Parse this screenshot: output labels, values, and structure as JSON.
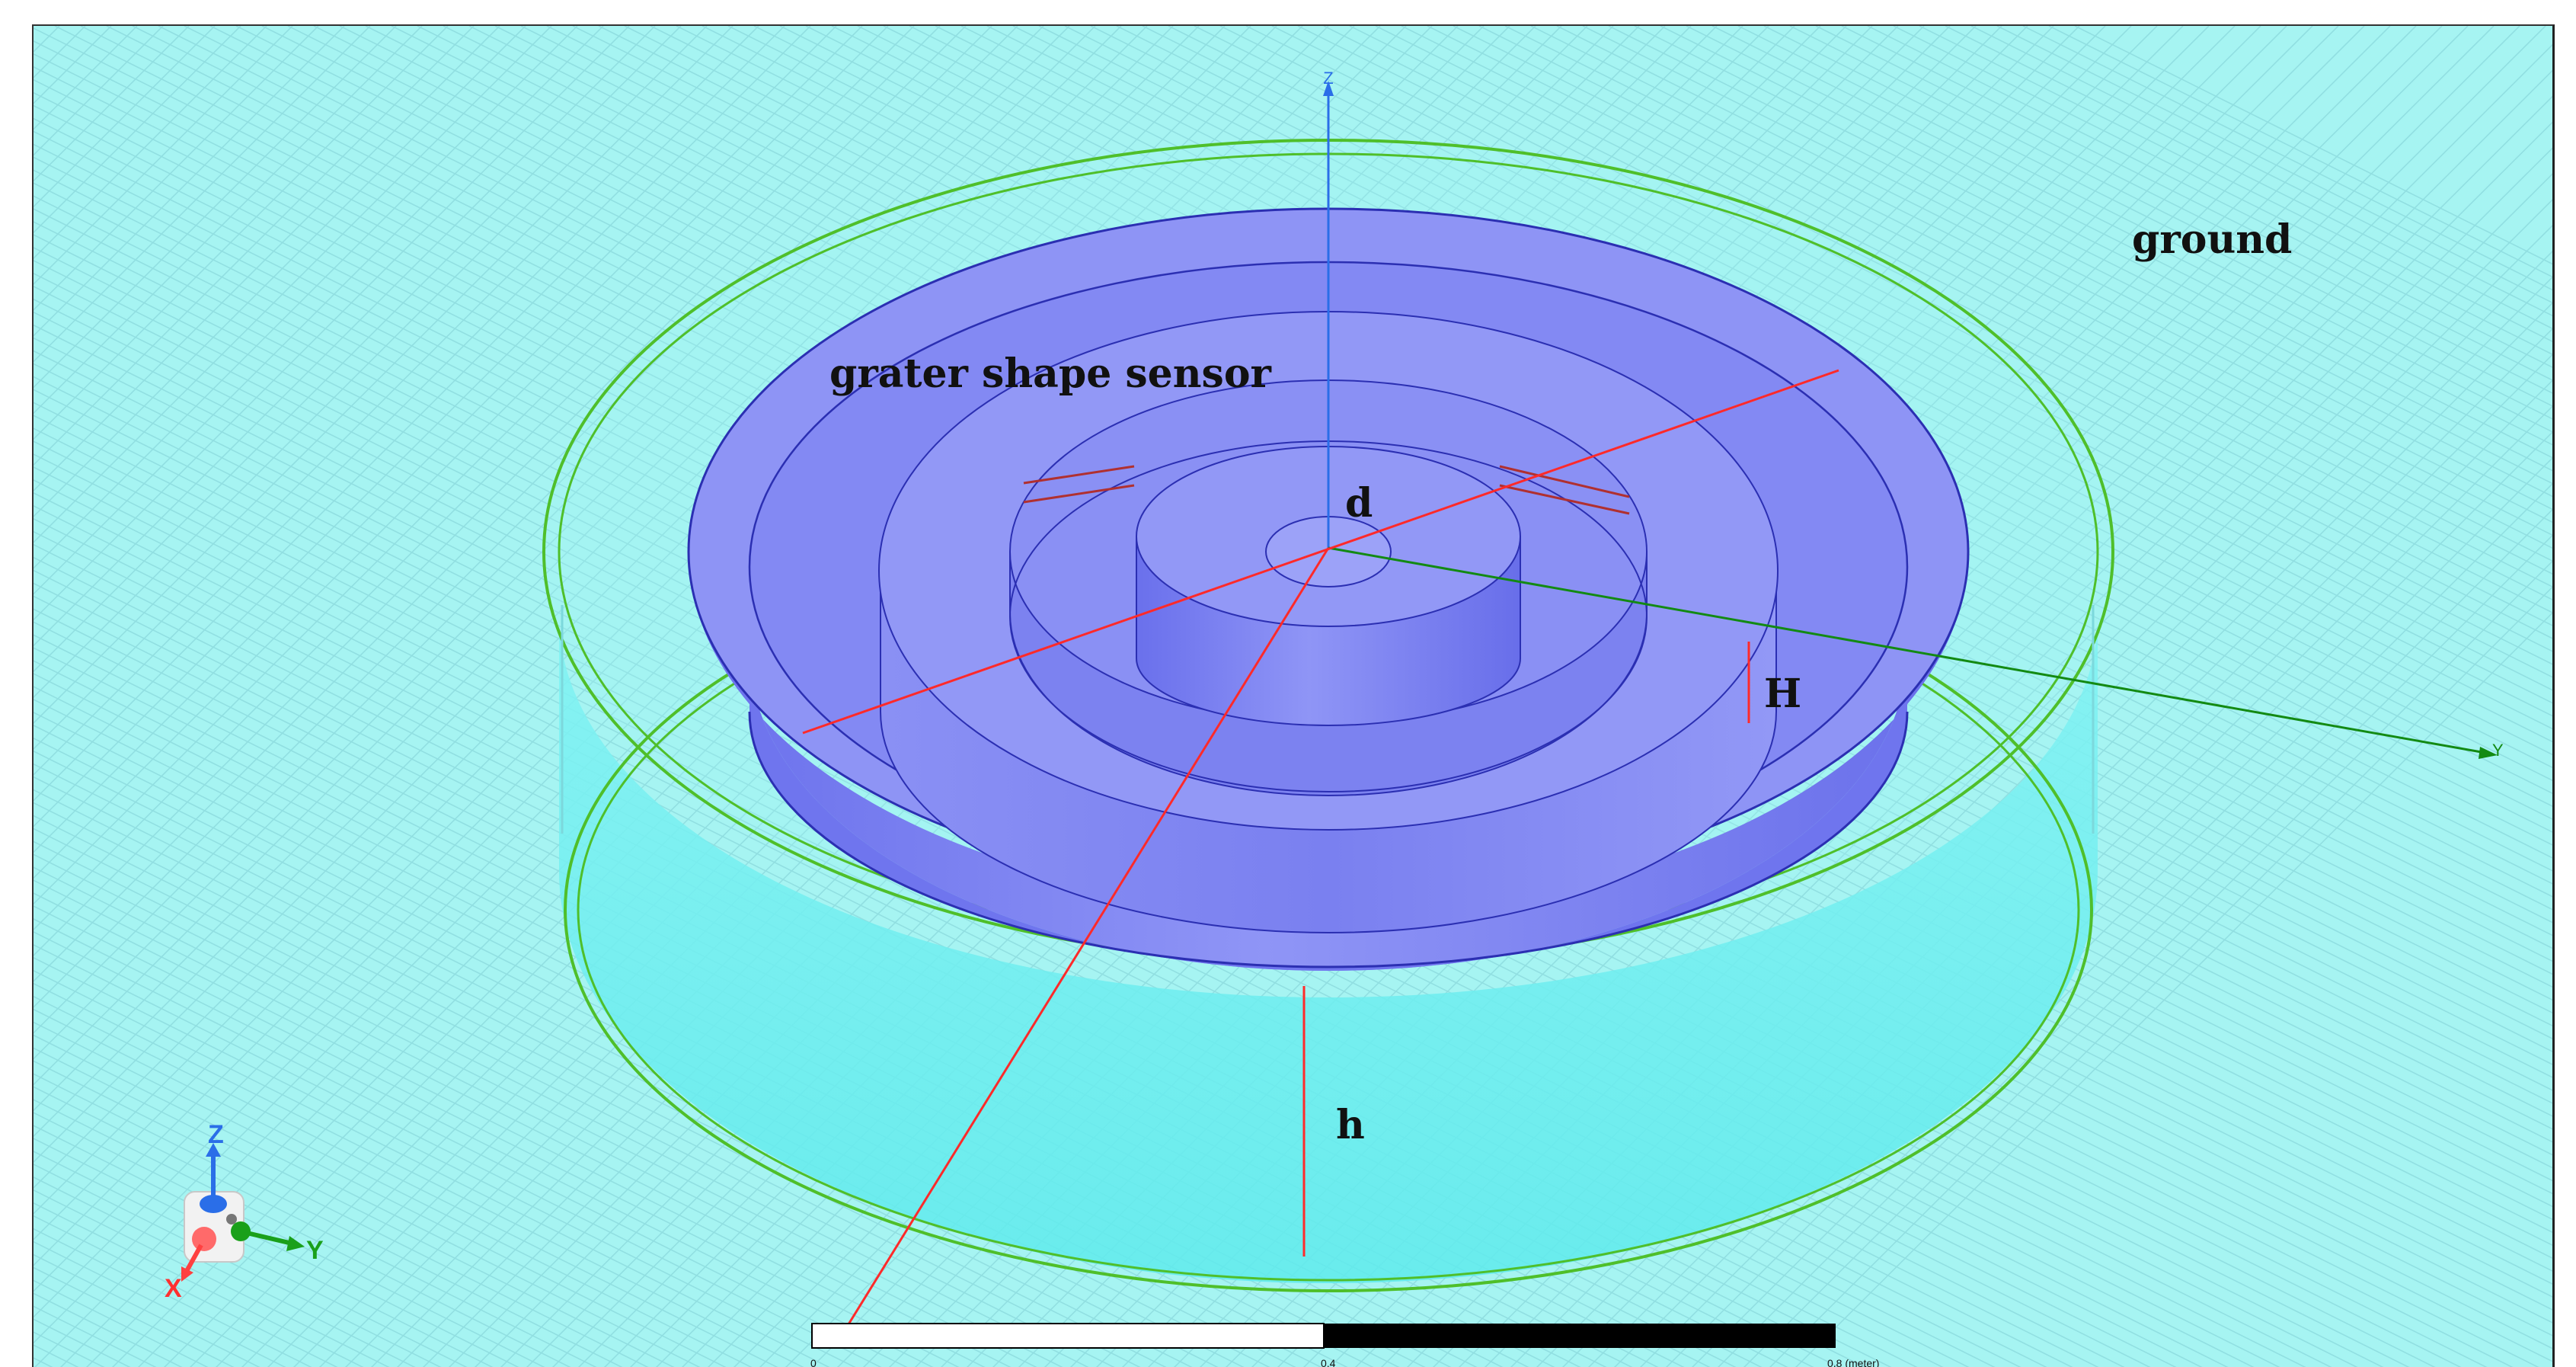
{
  "labels": {
    "sensor": "grater shape sensor",
    "ground": "ground",
    "d": "d",
    "H": "H",
    "h": "h"
  },
  "axes": {
    "z": "Z",
    "y": "Y"
  },
  "triad": {
    "z": "Z",
    "y": "Y",
    "x": "X"
  },
  "scale_bar": {
    "tick_0": "0",
    "tick_mid": "0.4",
    "tick_end": "0.8 (meter)"
  },
  "colors": {
    "background": "#a6f4f2",
    "grid": "#86d6da",
    "ground_fill": "#68eef0",
    "ground_edge": "#4fbf2a",
    "sensor_top": "#8e94f5",
    "sensor_wall": "#7076ee",
    "sensor_edge": "#2b2fb2",
    "axis_x": "#ff2a2a",
    "axis_y": "#138a13",
    "axis_z": "#2a6ee8"
  }
}
